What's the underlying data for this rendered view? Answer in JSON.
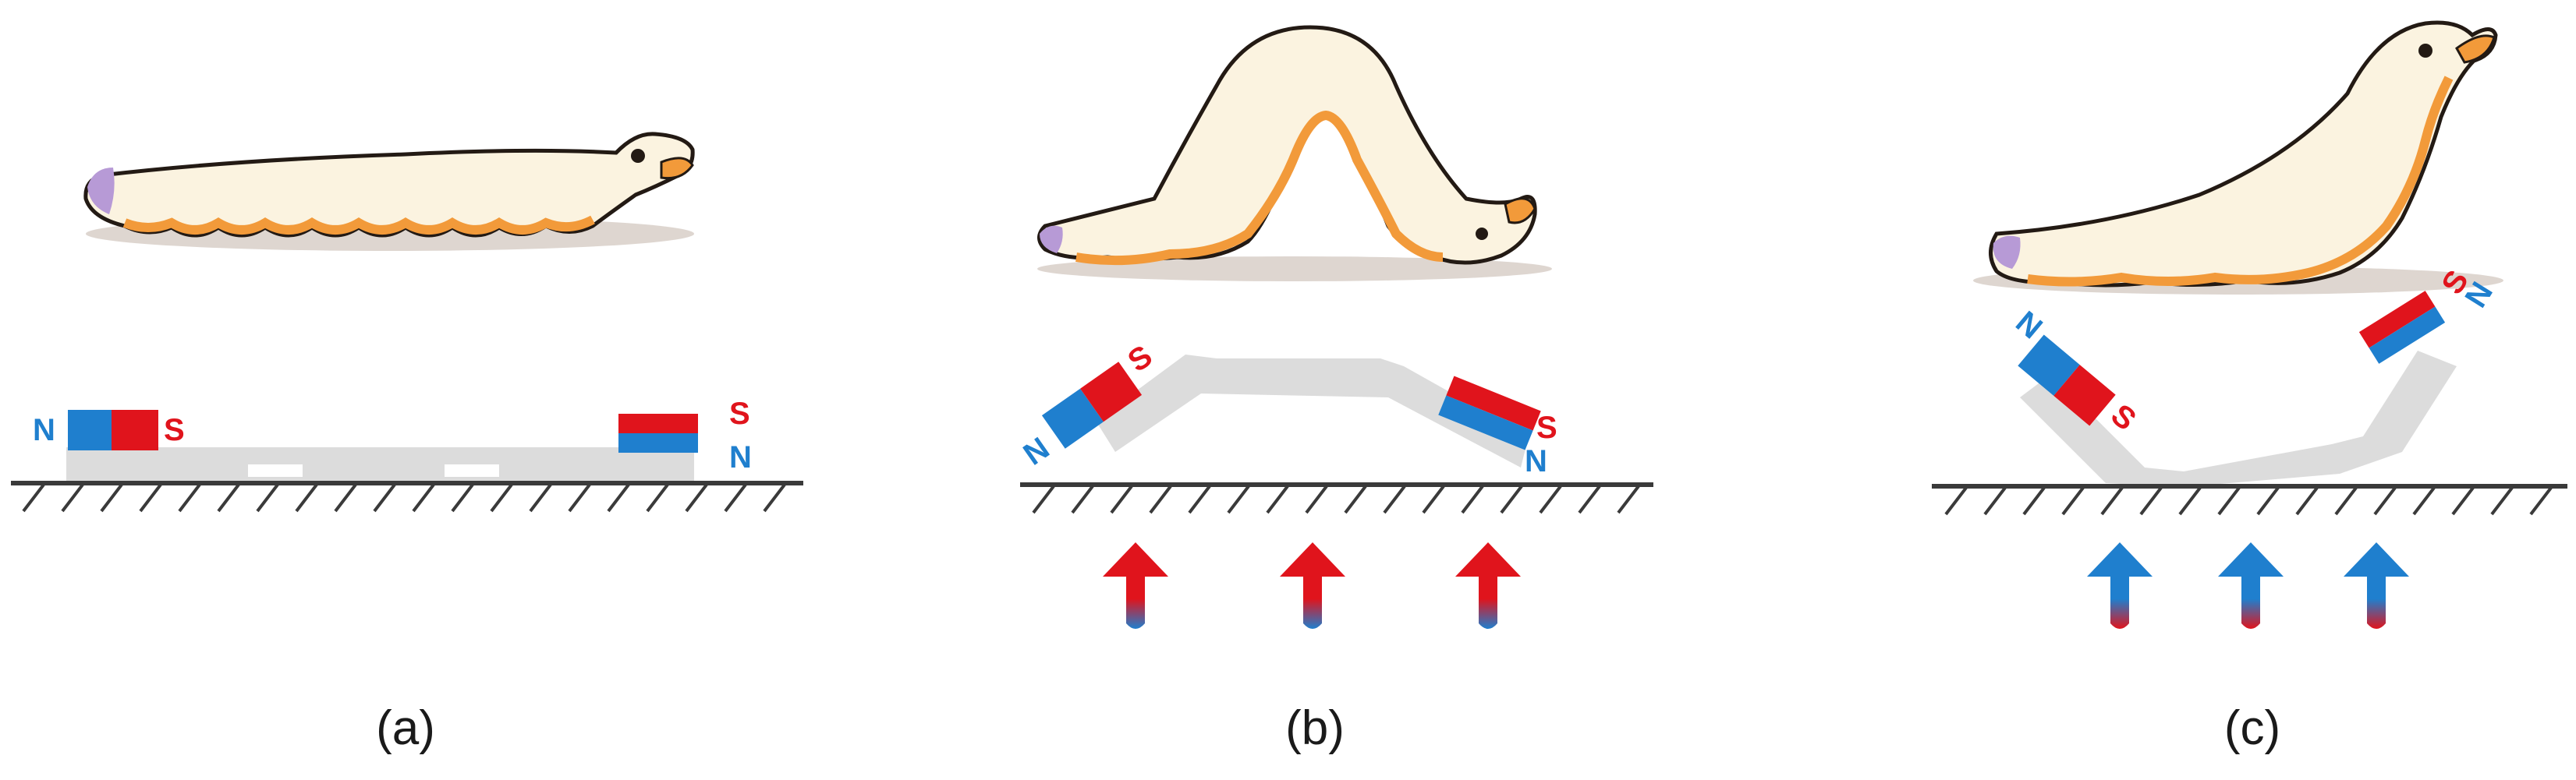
{
  "colors": {
    "magnet_north": "#1f7fce",
    "magnet_south": "#e0141c",
    "ground": "#3a3a3a",
    "strip": "#dcdcdc",
    "larva_body": "#fbf3e0",
    "larva_shade": "#ecd9b4",
    "larva_rim": "#f29a3a",
    "larva_outline": "#231a14",
    "larva_tail": "#b79ad6"
  },
  "poles": {
    "north": "N",
    "south": "S"
  },
  "panels": [
    {
      "label": "(a)",
      "field_arrows": "none",
      "arrow_head_pole": ""
    },
    {
      "label": "(b)",
      "field_arrows": "upward",
      "arrow_head_pole": "S"
    },
    {
      "label": "(c)",
      "field_arrows": "upward",
      "arrow_head_pole": "N"
    }
  ],
  "icons": {
    "larva": "larva-icon",
    "magnet": "bar-magnet-icon",
    "arrow": "field-arrow-icon",
    "ground": "ground-hatch-icon"
  }
}
